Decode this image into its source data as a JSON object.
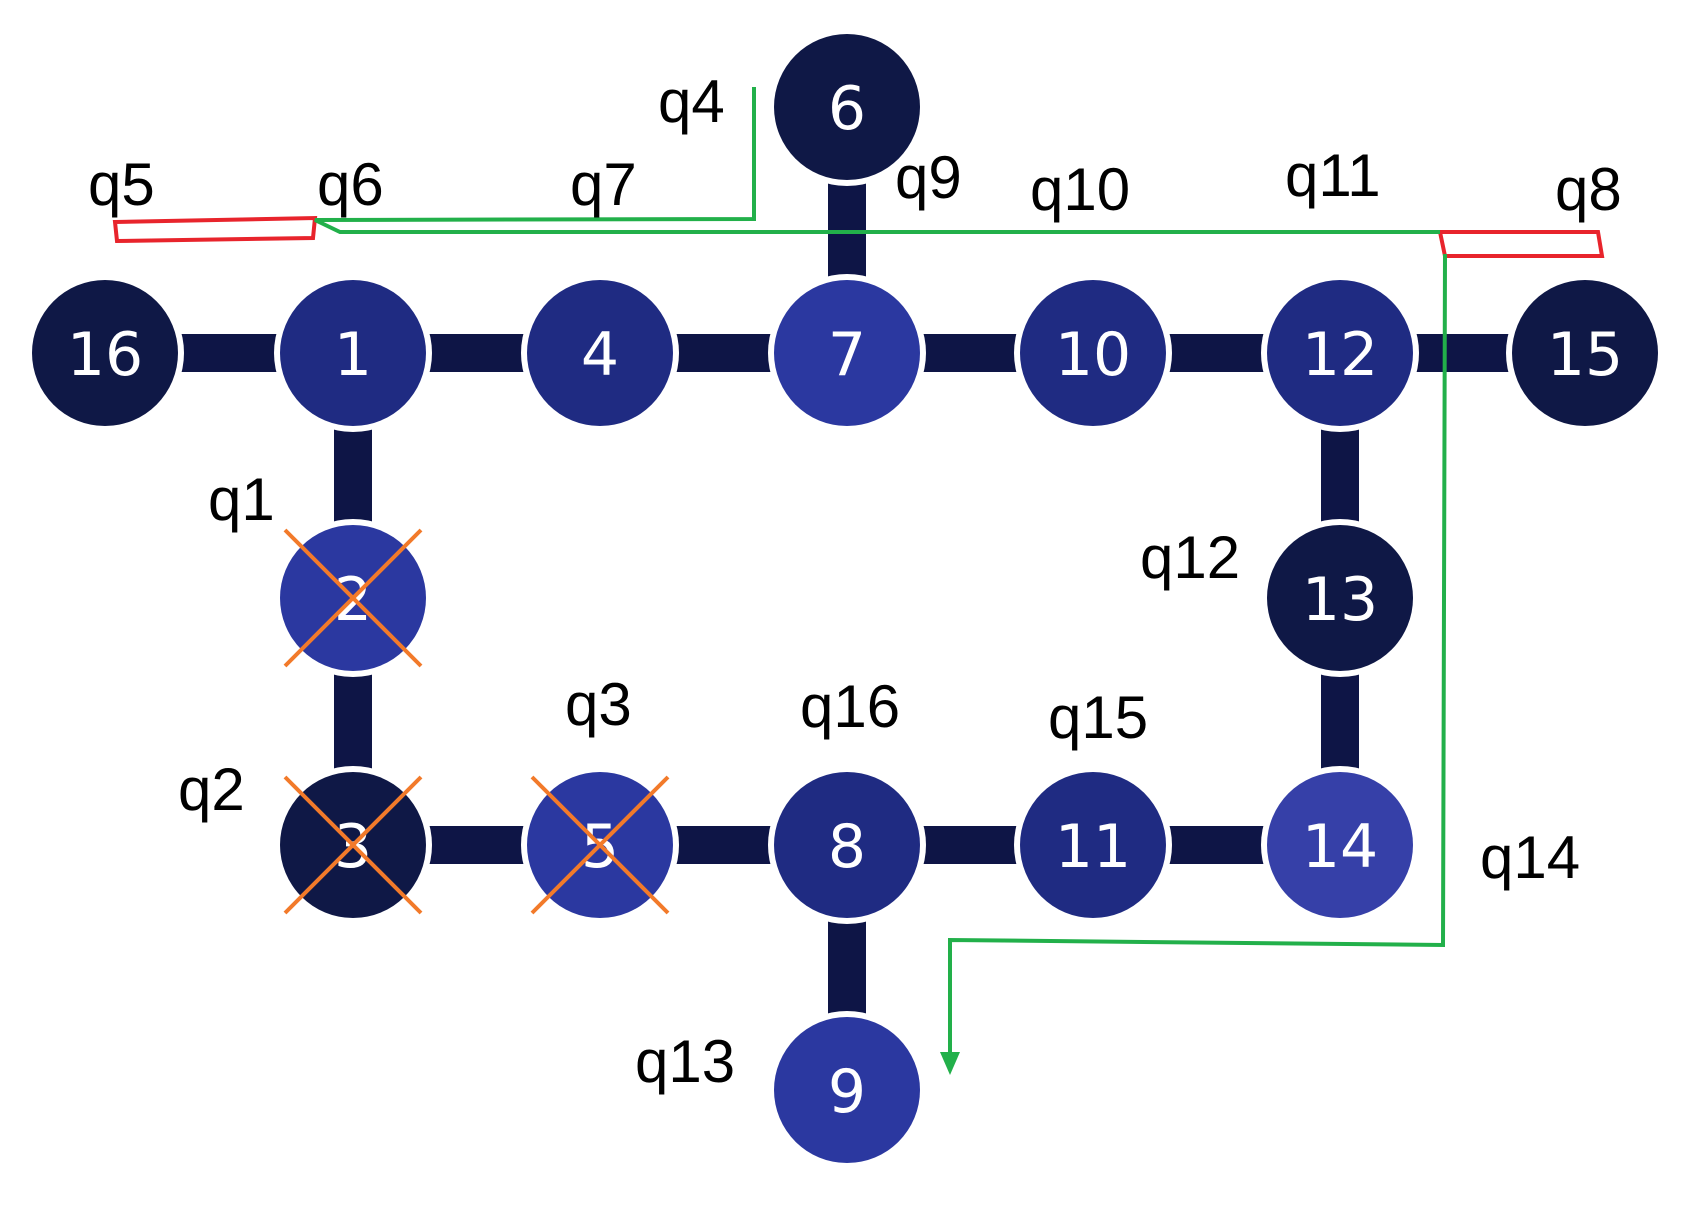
{
  "colors": {
    "background": "#ffffff",
    "edge": "#0e1546",
    "node_dark": "#0f1846",
    "node_mid": "#1f2b82",
    "node_bright": "#2b38a0",
    "node_light": "#3640a8",
    "cross": "#f27a2a",
    "path_green": "#22b04a",
    "bracket_red": "#e8242c",
    "text": "#000000"
  },
  "nodes": [
    {
      "id": "16",
      "label": "16",
      "shade": "node_dark",
      "crossed": false
    },
    {
      "id": "1",
      "label": "1",
      "shade": "node_mid",
      "crossed": false
    },
    {
      "id": "4",
      "label": "4",
      "shade": "node_mid",
      "crossed": false
    },
    {
      "id": "7",
      "label": "7",
      "shade": "node_bright",
      "crossed": false
    },
    {
      "id": "10",
      "label": "10",
      "shade": "node_mid",
      "crossed": false
    },
    {
      "id": "12",
      "label": "12",
      "shade": "node_mid",
      "crossed": false
    },
    {
      "id": "15",
      "label": "15",
      "shade": "node_dark",
      "crossed": false
    },
    {
      "id": "6",
      "label": "6",
      "shade": "node_dark",
      "crossed": false
    },
    {
      "id": "2",
      "label": "2",
      "shade": "node_bright",
      "crossed": true
    },
    {
      "id": "13",
      "label": "13",
      "shade": "node_dark",
      "crossed": false
    },
    {
      "id": "3",
      "label": "3",
      "shade": "node_dark",
      "crossed": true
    },
    {
      "id": "5",
      "label": "5",
      "shade": "node_bright",
      "crossed": true
    },
    {
      "id": "8",
      "label": "8",
      "shade": "node_mid",
      "crossed": false
    },
    {
      "id": "11",
      "label": "11",
      "shade": "node_mid",
      "crossed": false
    },
    {
      "id": "14",
      "label": "14",
      "shade": "node_light",
      "crossed": false
    },
    {
      "id": "9",
      "label": "9",
      "shade": "node_bright",
      "crossed": false
    }
  ],
  "edges": [
    [
      "16",
      "1"
    ],
    [
      "1",
      "4"
    ],
    [
      "4",
      "7"
    ],
    [
      "7",
      "10"
    ],
    [
      "10",
      "12"
    ],
    [
      "12",
      "15"
    ],
    [
      "6",
      "7"
    ],
    [
      "1",
      "2"
    ],
    [
      "2",
      "3"
    ],
    [
      "3",
      "5"
    ],
    [
      "5",
      "8"
    ],
    [
      "8",
      "11"
    ],
    [
      "11",
      "14"
    ],
    [
      "12",
      "13"
    ],
    [
      "13",
      "14"
    ],
    [
      "8",
      "9"
    ]
  ],
  "qubit_labels": [
    "q1",
    "q2",
    "q3",
    "q4",
    "q5",
    "q6",
    "q7",
    "q8",
    "q9",
    "q10",
    "q11",
    "q12",
    "q13",
    "q14",
    "q15",
    "q16"
  ]
}
